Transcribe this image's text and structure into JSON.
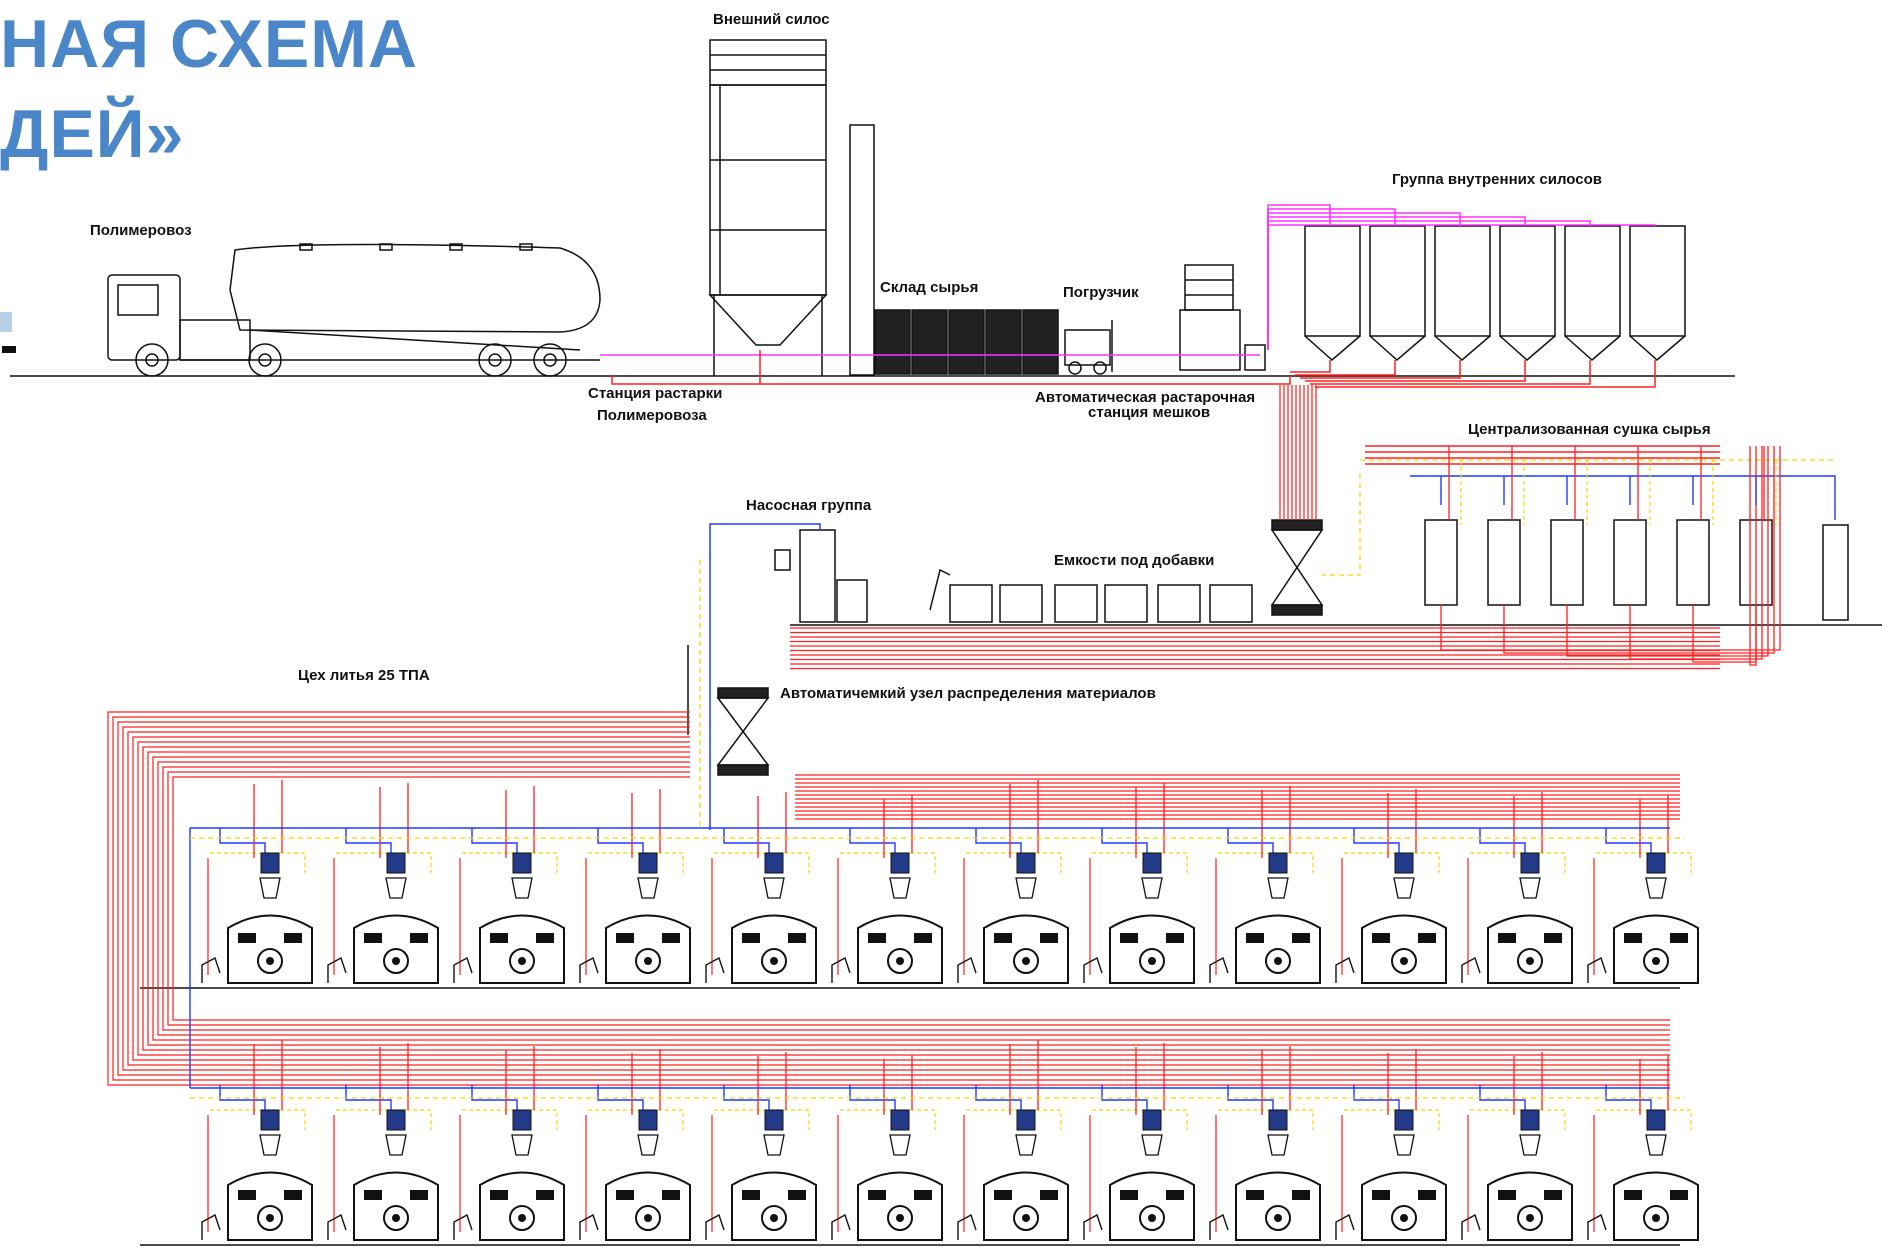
{
  "title": {
    "line1": "НАЯ СХЕМА",
    "line2": "ДЕЙ»",
    "color": "#4a86c8"
  },
  "labels": {
    "truck": "Полимеровоз",
    "external_silo": "Внешний силос",
    "unload_station_1": "Станция растарки",
    "unload_station_2": "Полимеровоза",
    "raw_storage": "Склад сырья",
    "loader": "Погрузчик",
    "bag_station_1": "Автоматическая растарочная",
    "bag_station_2": "станция мешков",
    "inner_silos": "Группа внутренних силосов",
    "drying": "Централизованная сушка сырья",
    "pump_group": "Насосная группа",
    "additive_tanks": "Емкости под добавки",
    "workshop": "Цех литья 25 ТПА",
    "distribution": "Автоматичемкий узел распределения материалов"
  },
  "line_colors": {
    "material": "#ff1f1f",
    "vacuum": "#1e3cff",
    "signal": "#f5d800",
    "purge": "#ff30ff",
    "drawing": "#111111"
  }
}
